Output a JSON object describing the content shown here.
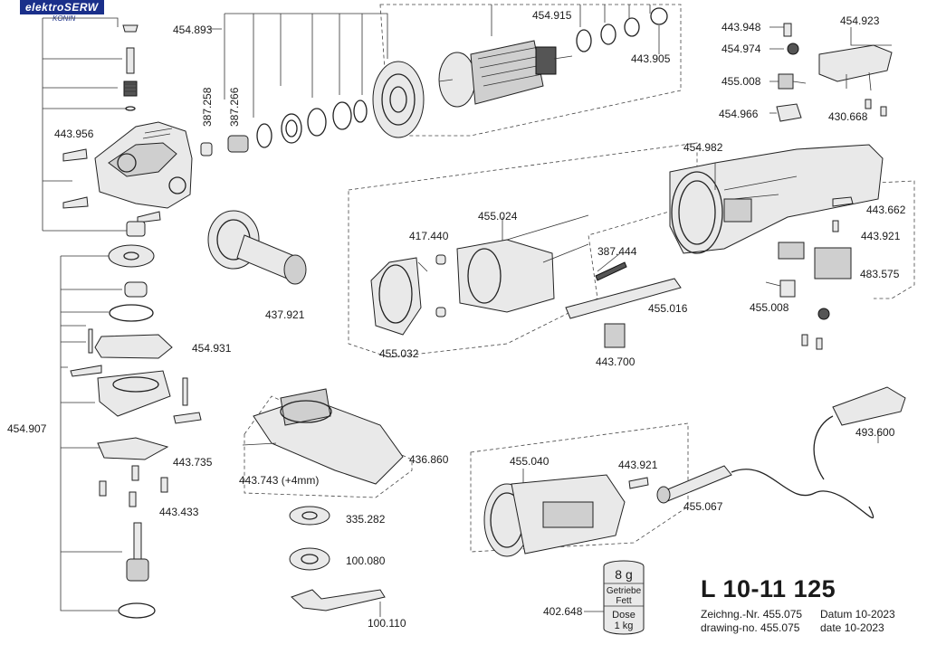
{
  "logo": {
    "brand": "elektroSERW",
    "city": "KONIN"
  },
  "title": "L 10-11 125",
  "title_block": {
    "drawing_no_de": "Zeichng.-Nr. 455.075",
    "date_de": "Datum 10-2023",
    "drawing_no_en": "drawing-no. 455.075",
    "date_en": "date  10-2023"
  },
  "grease_can": {
    "weight": "8 g",
    "line1": "Getriebe",
    "line2": "Fett",
    "line3": "Dose",
    "line4": "1 kg"
  },
  "part_numbers": {
    "p454893": "454.893",
    "p443956": "443.956",
    "p387258": "387.258",
    "p387266": "387.266",
    "p454915": "454.915",
    "p443905": "443.905",
    "p443948": "443.948",
    "p454974": "454.974",
    "p455008a": "455.008",
    "p454966": "454.966",
    "p454923": "454.923",
    "p430668": "430.668",
    "p454982": "454.982",
    "p443662": "443.662",
    "p443921a": "443.921",
    "p483575": "483.575",
    "p455008b": "455.008",
    "p455024": "455.024",
    "p417440": "417.440",
    "p387444": "387.444",
    "p455016": "455.016",
    "p455032": "455.032",
    "p443700": "443.700",
    "p437921": "437.921",
    "p454931": "454.931",
    "p454907": "454.907",
    "p443735": "443.735",
    "p443433": "443.433",
    "p443743": "443.743 (+4mm)",
    "p436860": "436.860",
    "p335282": "335.282",
    "p100080": "100.080",
    "p100110": "100.110",
    "p455040": "455.040",
    "p443921b": "443.921",
    "p455067": "455.067",
    "p493600": "493.600",
    "p402648": "402.648"
  }
}
